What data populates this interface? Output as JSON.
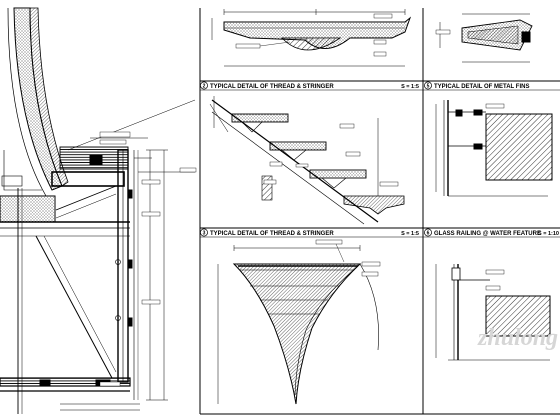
{
  "panels": {
    "p2": {
      "num": "2",
      "title": "TYPICAL DETAIL OF THREAD & STRINGER",
      "scale": "S = 1:5"
    },
    "p5": {
      "num": "5",
      "title": "TYPICAL DETAIL OF METAL FINS",
      "scale": ""
    },
    "p3": {
      "num": "3",
      "title": "TYPICAL DETAIL OF THREAD & STRINGER",
      "scale": "S = 1:5"
    },
    "p6": {
      "num": "6",
      "title": "GLASS RAILING @ WATER FEATURE",
      "scale": "S = 1:10"
    }
  },
  "watermark": "zhulong"
}
